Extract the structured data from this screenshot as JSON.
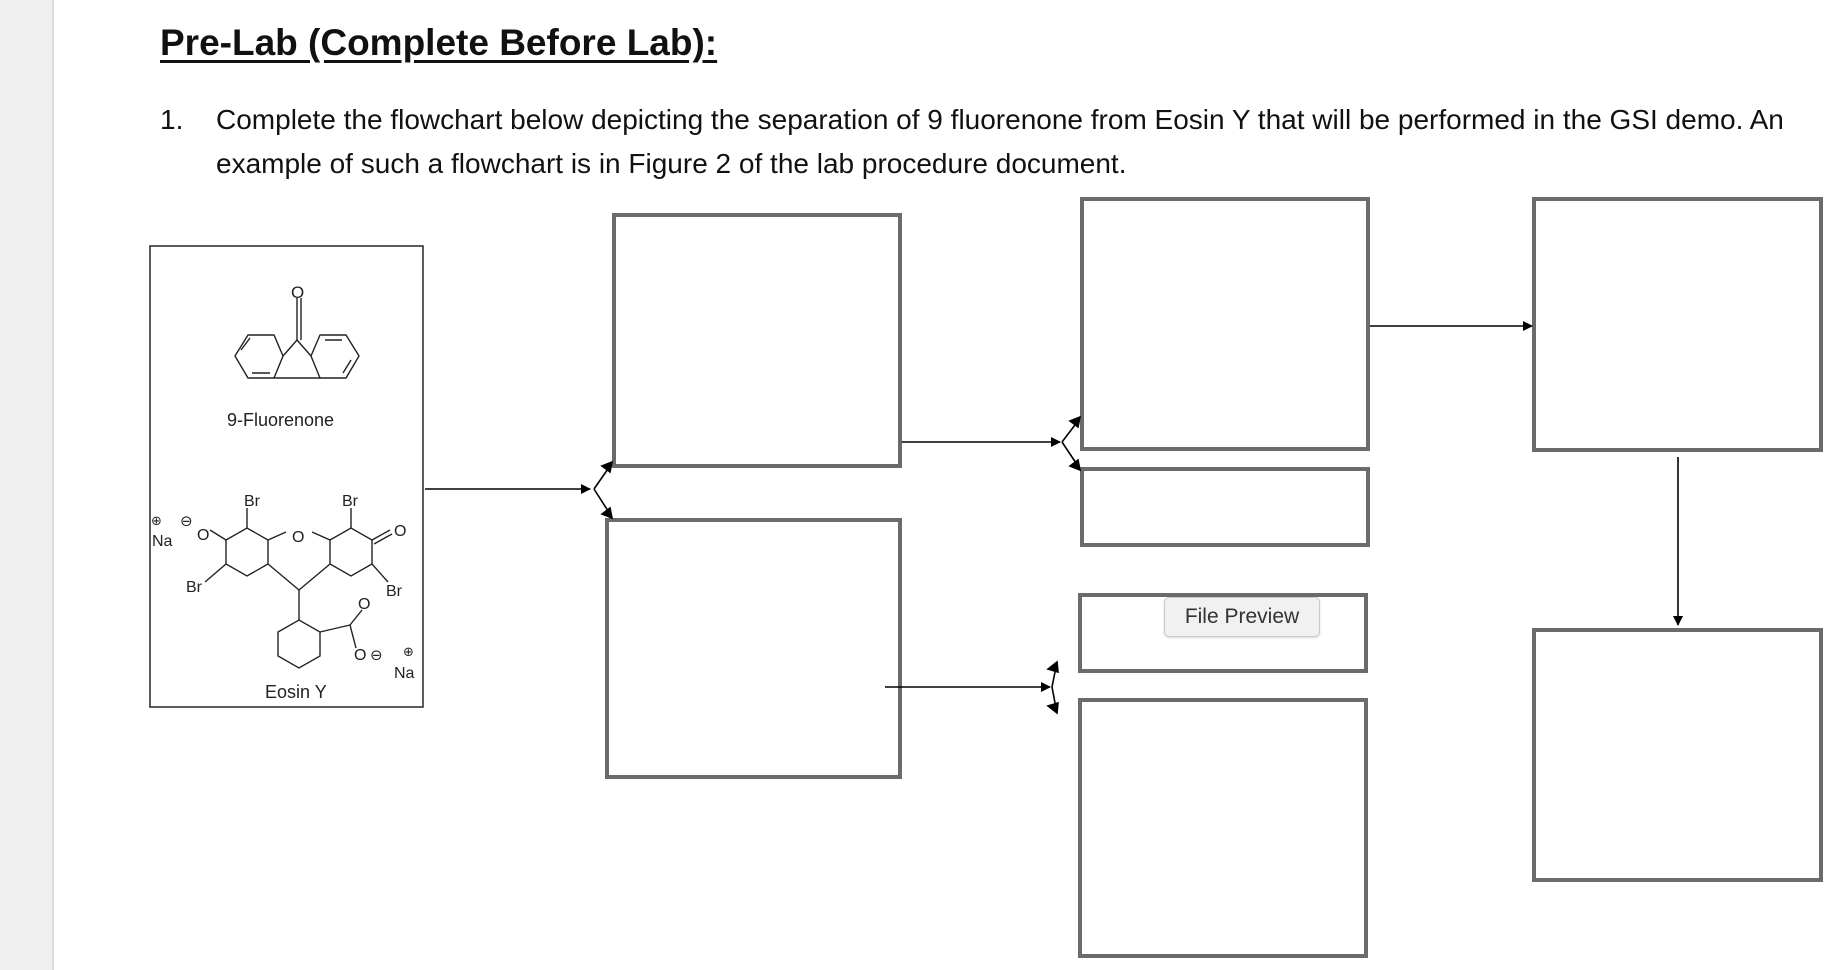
{
  "document": {
    "heading": "Pre-Lab (Complete Before Lab):",
    "question": {
      "number": "1.",
      "text": "Complete the flowchart below depicting the separation of 9 fluorenone from Eosin Y that will be performed in the GSI demo. An example of such a flowchart is in Figure 2 of the lab procedure document."
    }
  },
  "flowchart": {
    "compound_1_label": "9-Fluorenone",
    "compound_2_label": "Eosin Y",
    "atom_labels": {
      "oxygen": "O",
      "bromine": "Br",
      "sodium": "Na",
      "plus": "⊕",
      "minus": "⊖"
    }
  },
  "tooltip": {
    "file_preview_label": "File Preview"
  }
}
